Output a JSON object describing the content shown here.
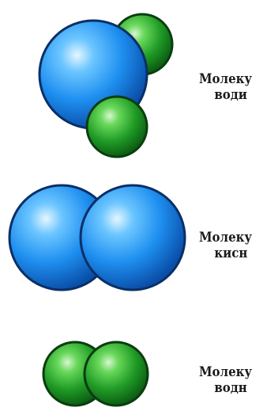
{
  "molecules": [
    {
      "line1": "Молеку",
      "line2": "води"
    },
    {
      "line1": "Молеку",
      "line2": "кисн"
    },
    {
      "line1": "Молеку",
      "line2": "водн"
    }
  ],
  "colors": {
    "oxygen": "#1e8ff0",
    "hydrogen": "#1f9a25"
  }
}
